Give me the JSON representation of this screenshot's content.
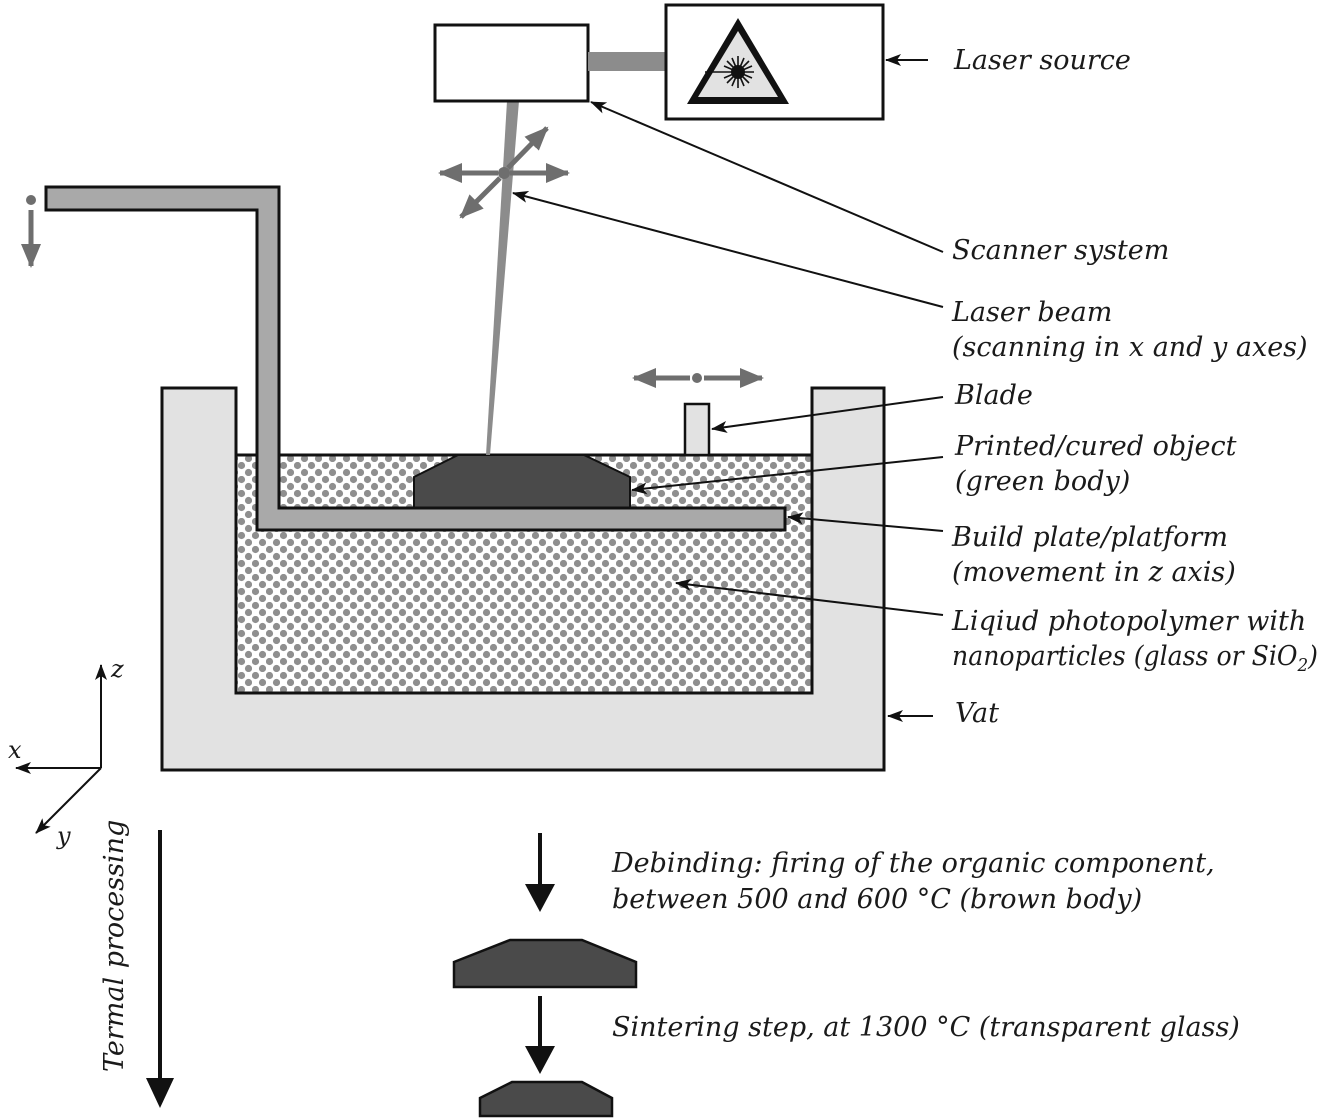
{
  "labels": {
    "laser_source": "Laser source",
    "scanner_system": "Scanner system",
    "laser_beam_1": "Laser beam",
    "laser_beam_2": "(scanning in x and y axes)",
    "blade": "Blade",
    "printed_object_1": "Printed/cured object",
    "printed_object_2": "(green body)",
    "build_plate_1": "Build plate/platform",
    "build_plate_2": "(movement in z axis)",
    "photopolymer_1": "Liqiud photopolymer with",
    "photopolymer_2_main": "nanoparticles (glass or SiO",
    "photopolymer_2_sub": "2",
    "photopolymer_2_end": ")",
    "vat": "Vat",
    "debinding_1": "Debinding: firing of the organic component,",
    "debinding_2": "between 500 and 600 °C (brown body)",
    "sintering": "Sintering step, at 1300 °C (transparent glass)",
    "thermal_processing": "Termal processing"
  },
  "axes": {
    "x": "x",
    "y": "y",
    "z": "z"
  },
  "colors": {
    "object_dark": "#4a4a4a",
    "vat_fill": "#e2e2e2",
    "plate_fill": "#a9a9a9",
    "beam": "#8c8c8c",
    "motion_arrow": "#6e6e6e",
    "dots": "#8f8f8f"
  },
  "icons": {
    "laser_warning": "laser-warning-triangle-icon"
  }
}
